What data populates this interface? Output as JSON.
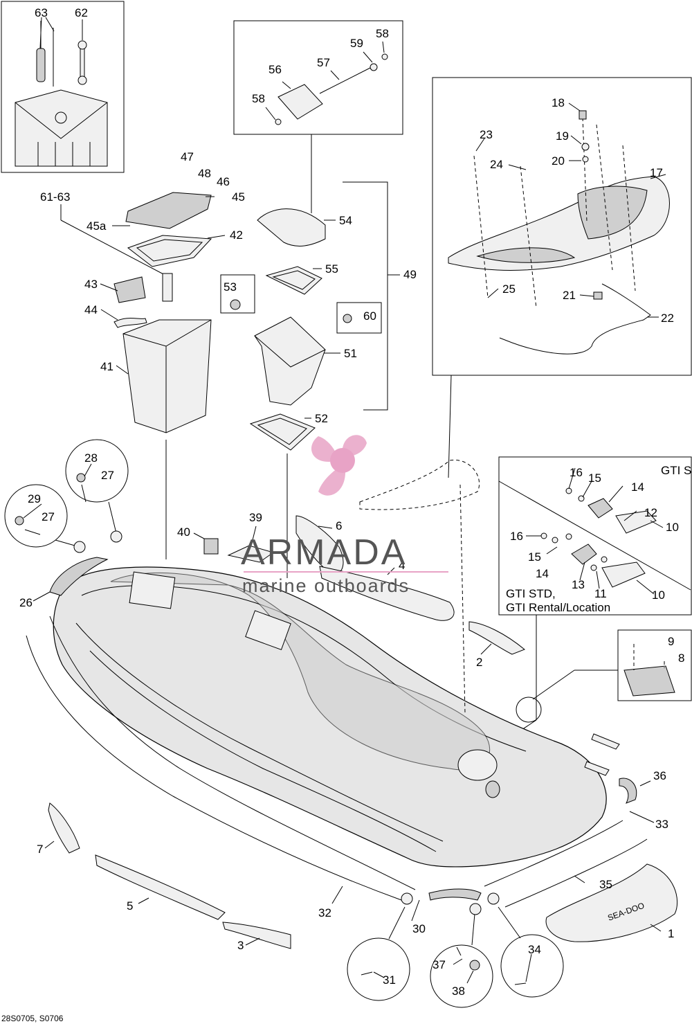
{
  "document_code": "28S0705, S0706",
  "watermark": {
    "brand": "ARMADA",
    "tagline": "marine outboards",
    "color": "#e8a3c6"
  },
  "variant_labels": {
    "gti_se": "GTI SE",
    "gti_std": "GTI STD,",
    "gti_rental": "GTI Rental/Location"
  },
  "hull_text": "SEA-DOO",
  "callouts": {
    "c1": "1",
    "c2": "2",
    "c3": "3",
    "c4": "4",
    "c5": "5",
    "c6": "6",
    "c7": "7",
    "c8": "8",
    "c9": "9",
    "c10a": "10",
    "c10b": "10",
    "c11": "11",
    "c12": "12",
    "c13": "13",
    "c14a": "14",
    "c14b": "14",
    "c15a": "15",
    "c15b": "15",
    "c16a": "16",
    "c16b": "16",
    "c17": "17",
    "c18": "18",
    "c19": "19",
    "c20": "20",
    "c21": "21",
    "c22": "22",
    "c23": "23",
    "c24": "24",
    "c25": "25",
    "c26": "26",
    "c27a": "27",
    "c27b": "27",
    "c28": "28",
    "c29": "29",
    "c30": "30",
    "c31": "31",
    "c32": "32",
    "c33": "33",
    "c34": "34",
    "c35": "35",
    "c36": "36",
    "c37": "37",
    "c38": "38",
    "c39": "39",
    "c40": "40",
    "c41": "41",
    "c42": "42",
    "c43": "43",
    "c44": "44",
    "c45": "45",
    "c45a": "45a",
    "c46": "46",
    "c47": "47",
    "c48": "48",
    "c49": "49",
    "c51": "51",
    "c52": "52",
    "c53": "53",
    "c54": "54",
    "c55": "55",
    "c56": "56",
    "c57": "57",
    "c58a": "58",
    "c58b": "58",
    "c59": "59",
    "c60": "60",
    "c6163": "61-63",
    "c62": "62",
    "c63": "63"
  }
}
